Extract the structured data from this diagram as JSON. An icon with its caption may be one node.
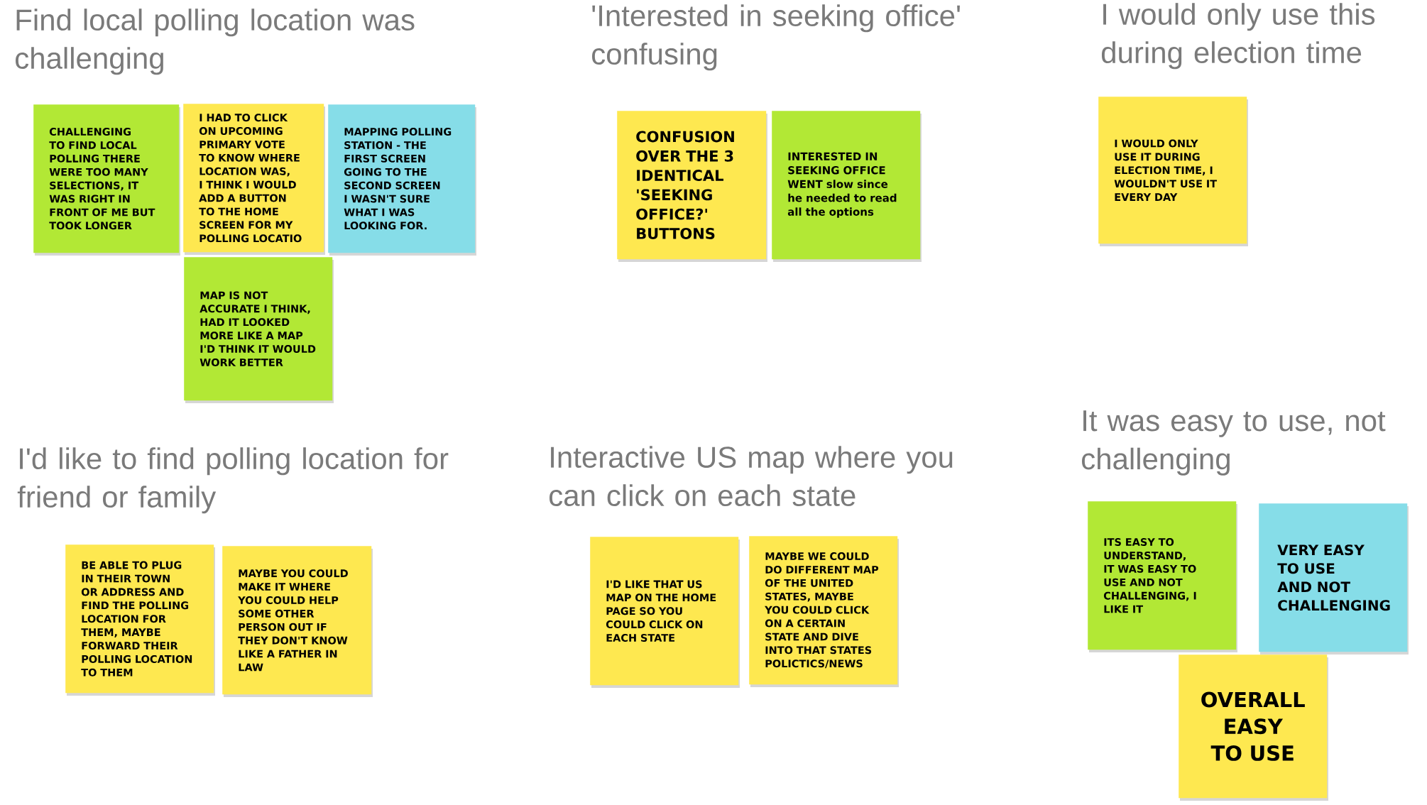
{
  "diagram": {
    "nodes": [
      {
        "text": [
          "CHALLENGING TO FIND LOCAL POLLING THERE WERE TOO MANY SELECTIONS, IT WAS RIGHT IN FRONT OF ME BUT TOOK LONGER"
        ]
      },
      {
        "text": [
          "I HAD TO CLICK ON UPCOMING PRIMARY VOTE TO KNOW WHERE LOCATION WAS, I THINK I WOULD ADD A BUTTON TO THE HOME SCREEN FOR MY POLLING LOCATIO"
        ]
      },
      {
        "text": [
          "MAPPING POLLING STATION - THE FIRST SCREEN GOING TO THE SECOND SCREEN I WASN'T SURE WHAT I WAS LOOKING FOR."
        ]
      },
      {
        "text": [
          "MAP IS NOT ACCURATE I THINK, HAD IT LOOKED MORE LIKE A MAP I'D THINK IT WOULD WORK BETTER"
        ]
      },
      {
        "text": [
          "CONFUSION OVER THE 3 IDENTICAL 'SEEKING OFFICE?' BUTTONS"
        ]
      },
      {
        "text": [
          "INTERESTED IN SEEKING OFFICE WENT slow since he needed to read all the options"
        ]
      },
      {
        "text": [
          "I WOULD ONLY USE IT DURING ELECTION TIME, I WOULDN'T USE IT EVERY DAY"
        ]
      },
      {
        "text": [
          "BE ABLE TO PLUG IN THEIR TOWN OR ADDRESS AND FIND THE POLLING LOCATION FOR THEM, MAYBE FORWARD THEIR POLLING LOCATION TO THEM"
        ]
      },
      {
        "text": [
          "MAYBE YOU COULD MAKE IT WHERE YOU COULD HELP SOME OTHER PERSON OUT IF THEY DON'T KNOW LIKE A FATHER IN LAW"
        ]
      },
      {
        "text": [
          "I'D LIKE THAT US MAP ON THE HOME PAGE SO YOU COULD CLICK ON EACH STATE"
        ]
      },
      {
        "text": [
          "MAYBE WE COULD DO DIFFERENT MAP OF THE UNITED STATES, MAYBE YOU COULD CLICK ON A CERTAIN STATE AND DIVE INTO THAT STATES POLICTICS/NEWS"
        ]
      },
      {
        "text": [
          "ITS EASY TO UNDERSTAND, IT WAS EASY TO USE AND NOT CHALLENGING, I LIKE IT"
        ]
      },
      {
        "text": [
          "VERY EASY TO USE AND NOT CHALLENGING"
        ]
      },
      {
        "text": [
          "OVERALL EASY TO USE"
        ]
      }
    ],
    "labels": [
      "Find local polling location was challenging",
      "'Interested in seeking office' confusing",
      "I would only use this during election time",
      "I'd like to find polling location for friend or family",
      "Interactive US map where you can click on each state",
      "It was easy to use, not challenging"
    ]
  }
}
